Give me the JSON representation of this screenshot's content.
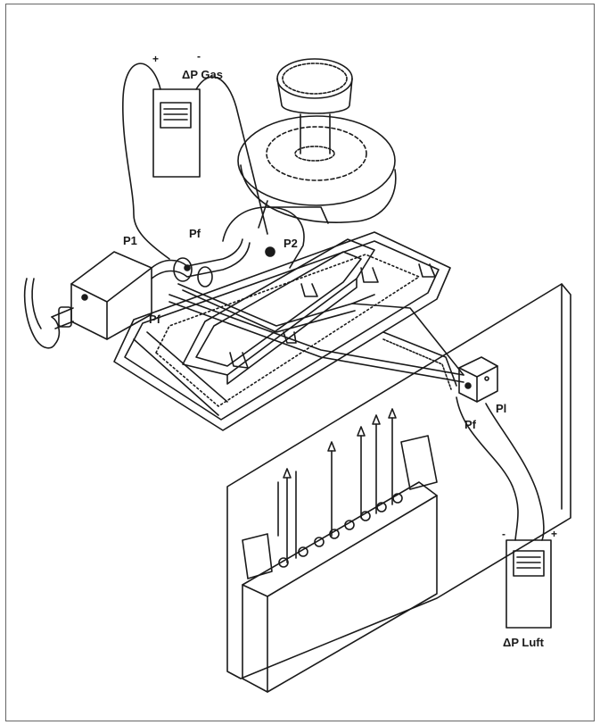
{
  "labels": {
    "gas_plus": "+",
    "gas_minus": "-",
    "gas_meter": "ΔP Gas",
    "p1": "P1",
    "pf_top": "Pf",
    "p2": "P2",
    "pf_left": "Pf",
    "pl": "Pl",
    "pf_right": "Pf",
    "air_minus": "-",
    "air_plus": "+",
    "air_meter": "ΔP Luft"
  },
  "colors": {
    "line": "#1a1a1a",
    "background": "#ffffff"
  }
}
